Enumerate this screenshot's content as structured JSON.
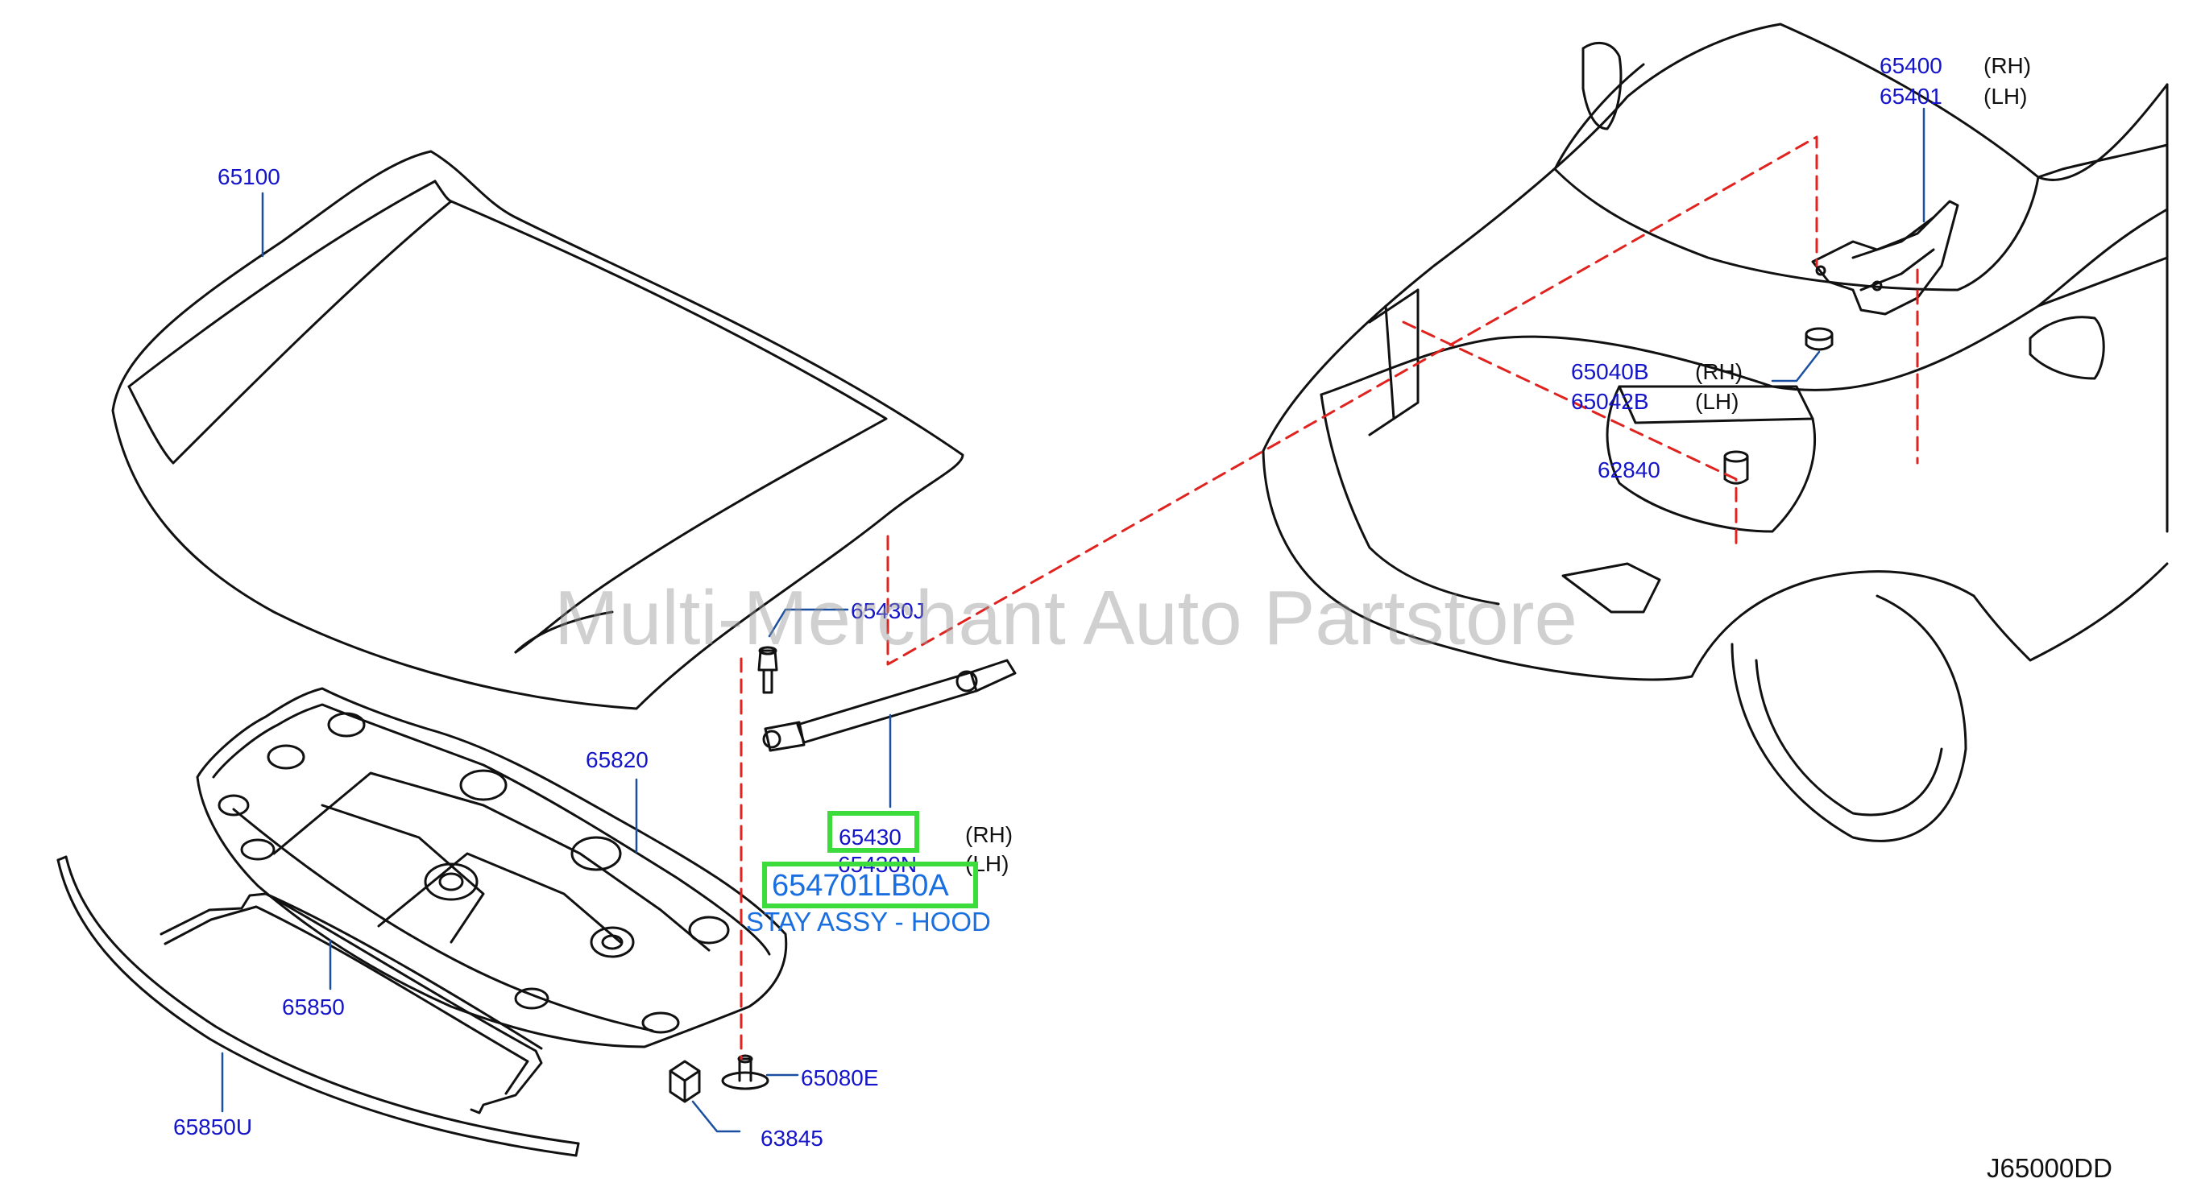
{
  "labels": {
    "p65100": "65100",
    "p65820": "65820",
    "p65850": "65850",
    "p65850U": "65850U",
    "p65430J": "65430J",
    "p65430": "65430",
    "p65430N": "65430N",
    "p65080E": "65080E",
    "p63845": "63845",
    "p65400": "65400",
    "p65401": "65401",
    "p65040B": "65040B",
    "p65042B": "65042B",
    "p62840": "62840"
  },
  "sides": {
    "rh": "(RH)",
    "lh": "(LH)"
  },
  "highlight": {
    "part_number": "654701LB0A",
    "description": "STAY ASSY - HOOD"
  },
  "watermark": "Multi-Merchant Auto Partstore",
  "diagram_code": "J65000DD",
  "colors": {
    "line": "#111111",
    "label": "#1414c8",
    "leader": "#1a4fa0",
    "dash": "#e0231f",
    "highlight": "#3ddc3d",
    "callout": "#1a6fe0"
  }
}
